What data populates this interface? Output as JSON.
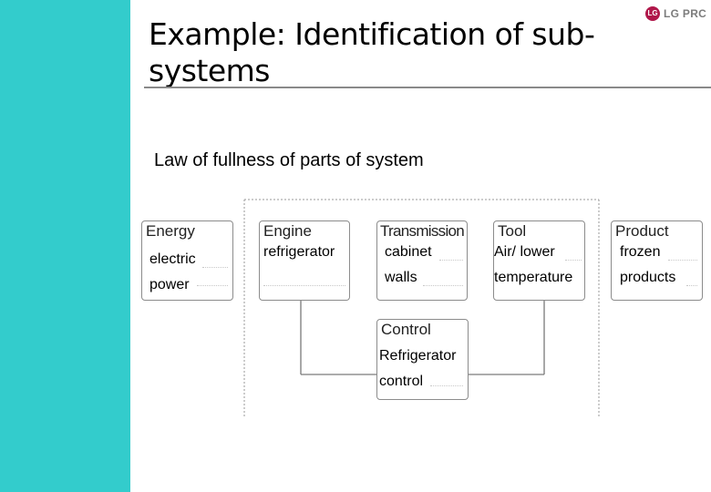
{
  "slide": {
    "title": "Example: Identification of sub-systems",
    "logo_mark": "LG",
    "logo_text": "LG PRC",
    "subtitle": "Law of fullness of parts of system"
  },
  "boxes": {
    "energy": {
      "title": "Energy",
      "lines": [
        "electric",
        "power"
      ]
    },
    "engine": {
      "title": "Engine",
      "lines": [
        "refrigerator"
      ]
    },
    "transmission": {
      "title": "Transmission",
      "lines": [
        "cabinet",
        "walls"
      ]
    },
    "tool": {
      "title": "Tool",
      "lines": [
        "Air/ lower",
        "temperature"
      ]
    },
    "product": {
      "title": "Product",
      "lines": [
        "frozen",
        "products"
      ]
    },
    "control": {
      "title": "Control",
      "lines": [
        "Refrigerator",
        "control"
      ]
    }
  },
  "colors": {
    "side_bar": "#33cccc",
    "logo_mark": "#b0174a"
  }
}
